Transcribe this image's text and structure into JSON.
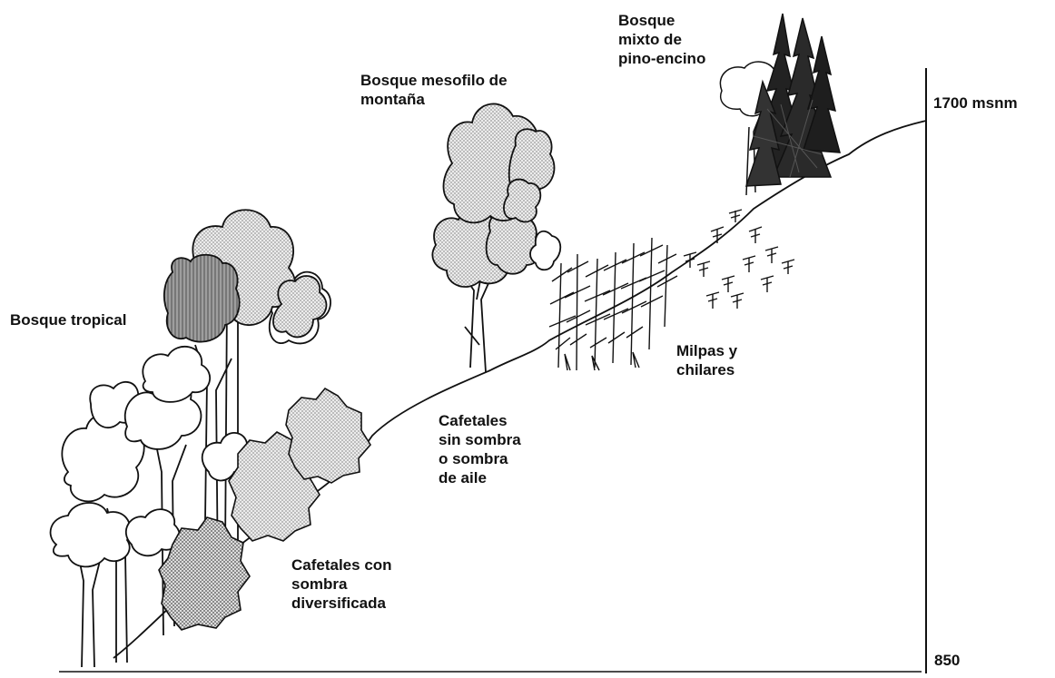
{
  "figure": {
    "labels": {
      "bosque_mixto": "Bosque\nmixto de\npino-encino",
      "bosque_mesofilo": "Bosque mesofilo de\nmontaña",
      "bosque_tropical": "Bosque tropical",
      "milpas": "Milpas y\nchilares",
      "cafetales_sin_sombra": "Cafetales\nsin sombra\no sombra\nde aile",
      "cafetales_con_sombra": "Cafetales con\nsombra\ndiversificada"
    },
    "altitude_scale": {
      "top": "1700 msnm",
      "bottom": "850"
    },
    "colors": {
      "ink": "#111111",
      "stipple_light": "#d2d2d2",
      "stipple_mid": "#bdbdbd",
      "stipple_dark": "#8a8a8a",
      "tree_fill": "#ffffff"
    }
  }
}
